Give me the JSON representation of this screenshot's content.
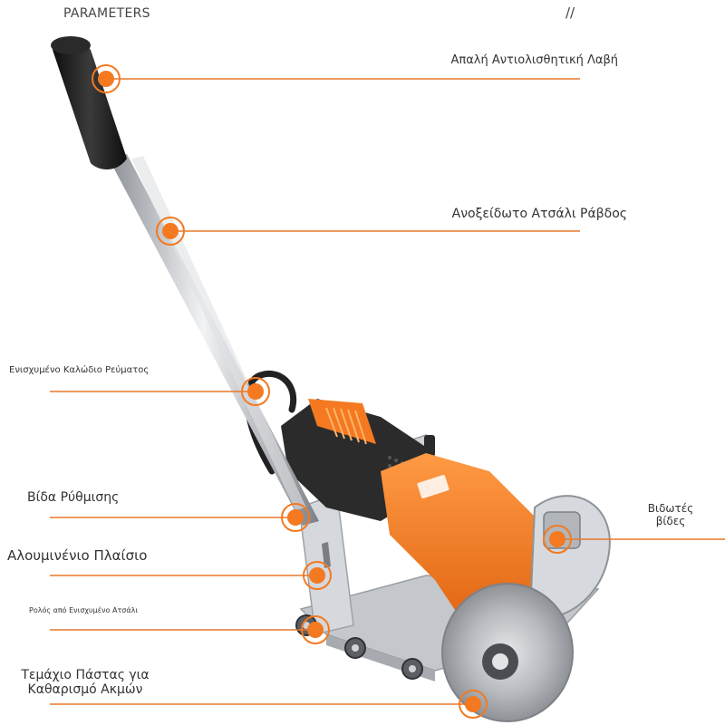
{
  "header": {
    "title": "PARAMETERS",
    "slashes": "//"
  },
  "colors": {
    "accent": "#f47920",
    "leader": "#e8792a",
    "text": "#333333",
    "grip": "#1e1e1e",
    "metal": "#c9ccd0",
    "disc": "#b9bcc0"
  },
  "callouts": [
    {
      "id": "soft-grip",
      "text": "Απαλή Αντιολισθητική Λαβή"
    },
    {
      "id": "steel-rod",
      "text": "Ανοξείδωτο Ατσάλι Ράβδος"
    },
    {
      "id": "power-cable",
      "text": "Ενισχυμένο Καλώδιο Ρεύματος"
    },
    {
      "id": "adjust-screw",
      "text": "Βίδα Ρύθμισης"
    },
    {
      "id": "aluminum-frame",
      "text": "Αλουμινένιο Πλαίσιο"
    },
    {
      "id": "steel-roller",
      "text": "Ρολός από Ενισχυμένο Ατσάλι"
    },
    {
      "id": "cleaning-paste",
      "line1": "Τεμάχιο Πάστας για",
      "line2": "Καθαρισμό Ακμών"
    },
    {
      "id": "thread-screws",
      "line1": "Βιδωτές",
      "line2": "βίδες"
    }
  ]
}
